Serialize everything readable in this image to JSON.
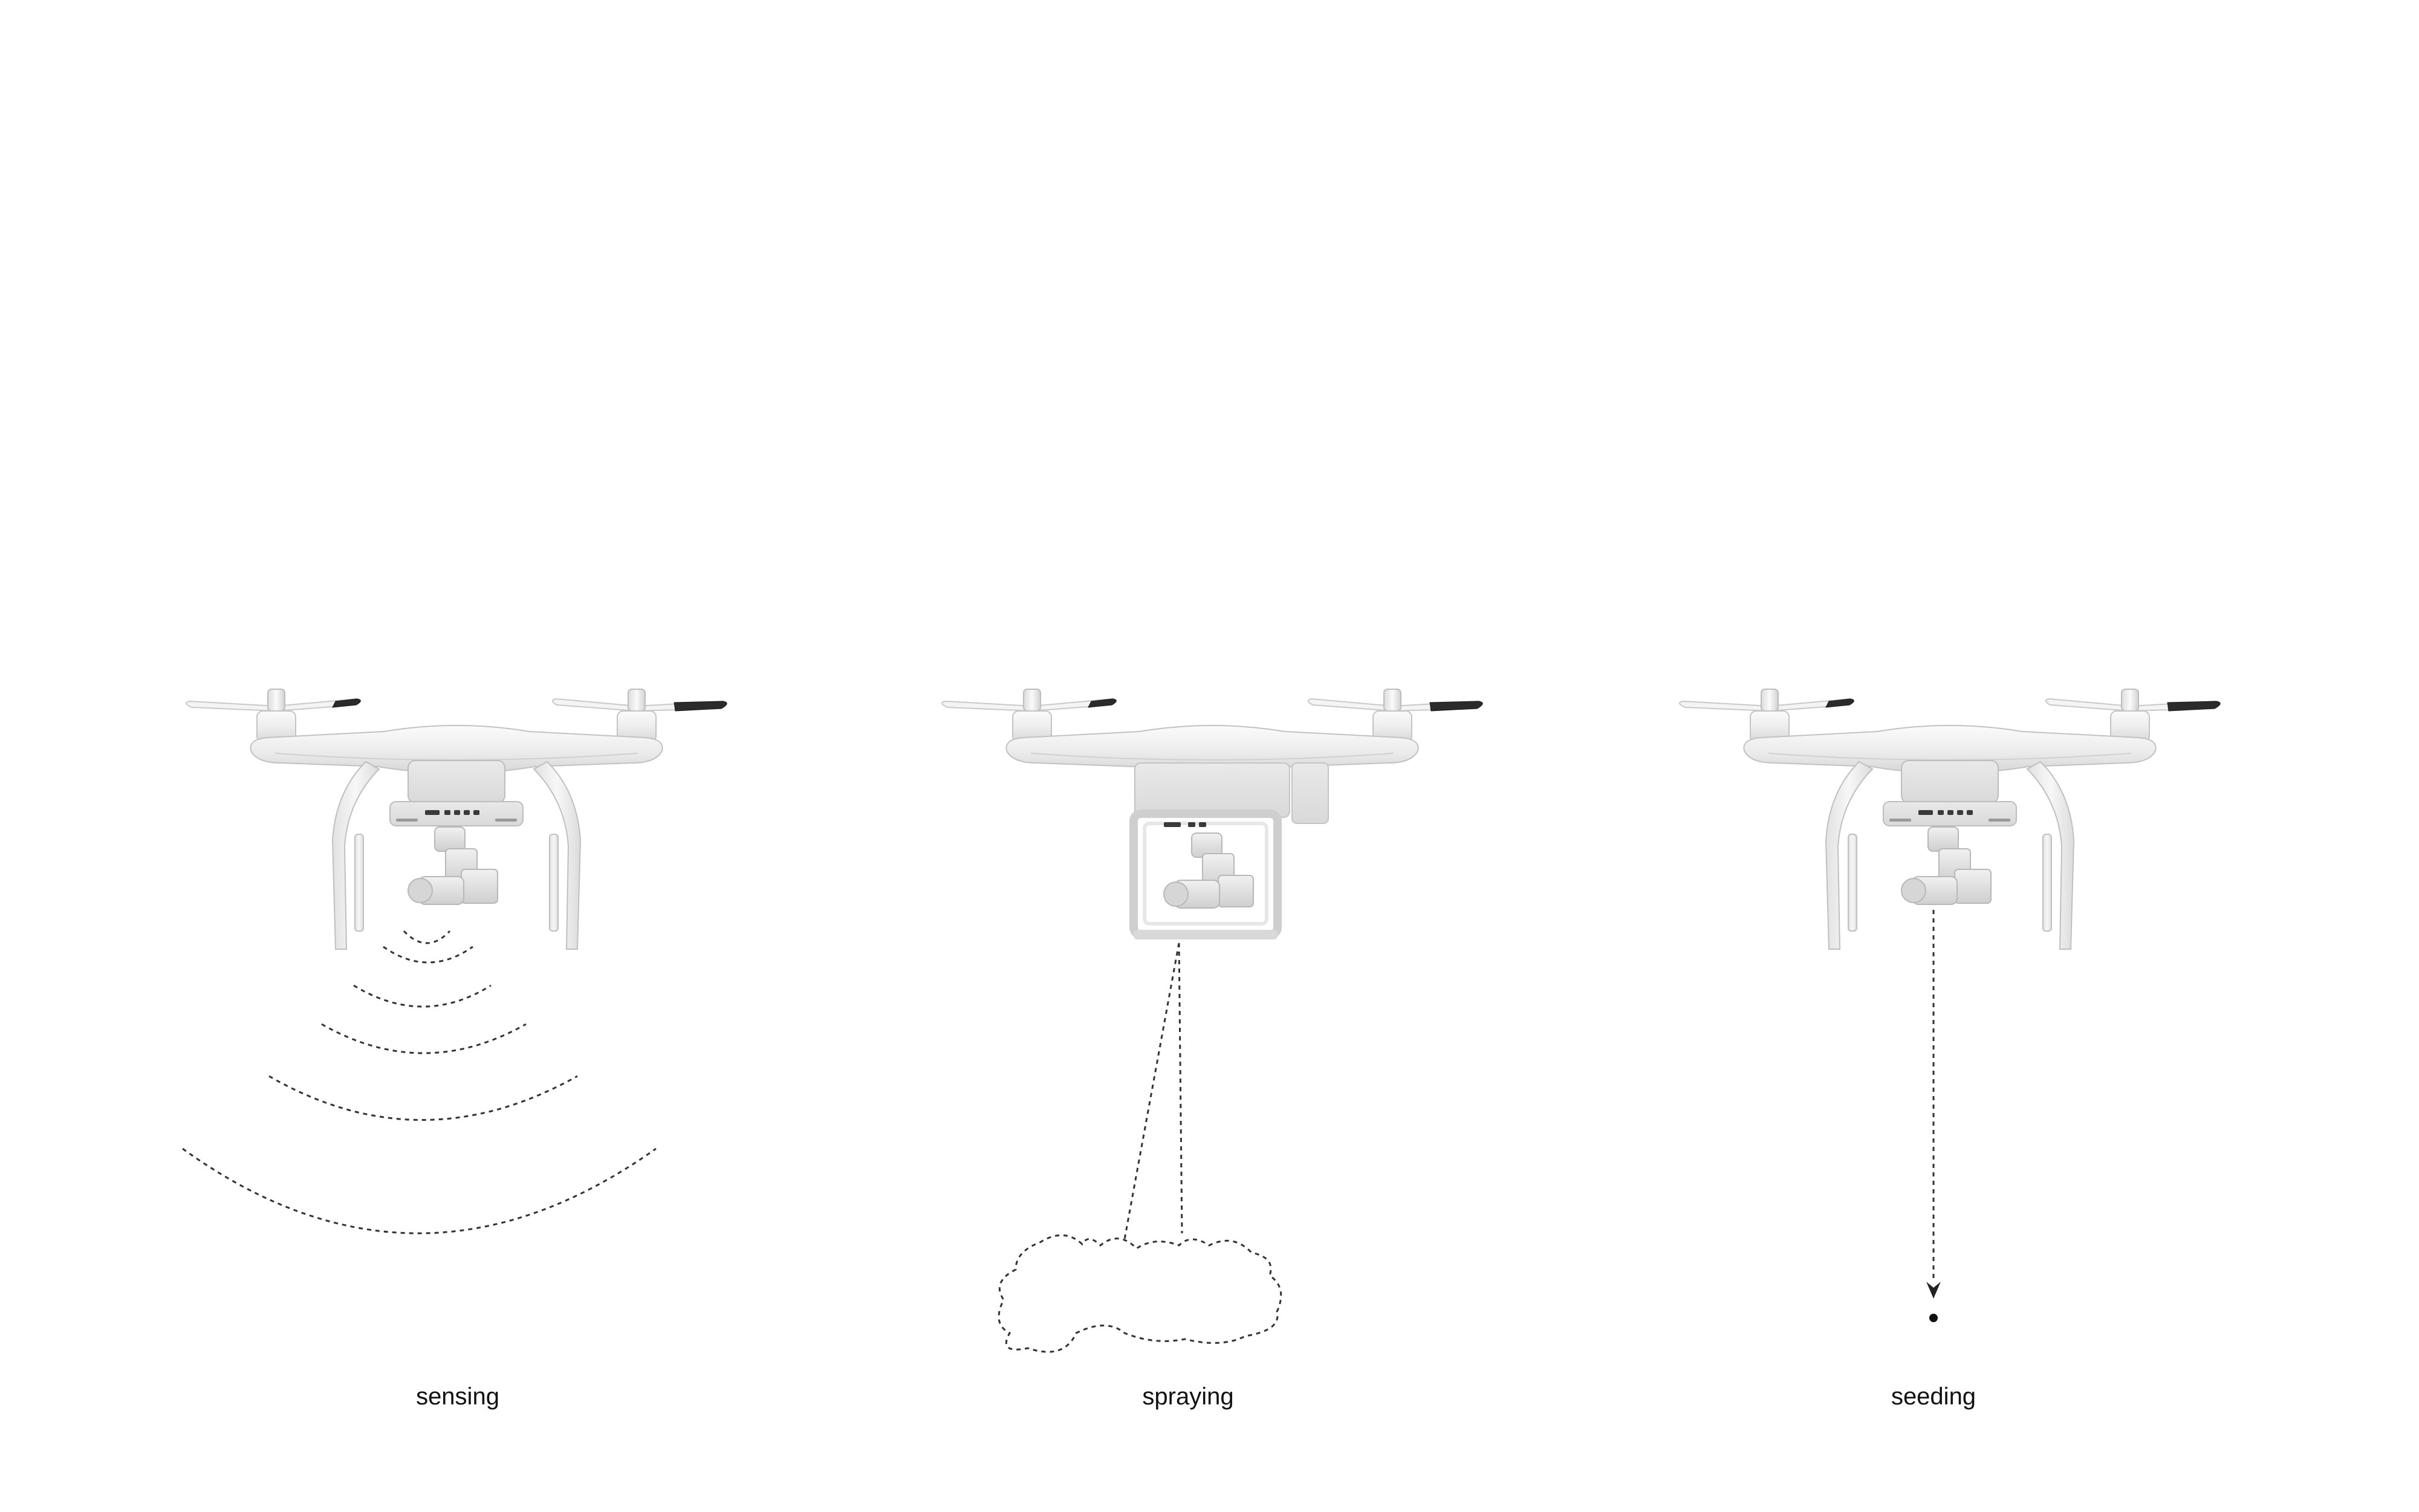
{
  "panels": [
    {
      "id": "sensing",
      "label": "sensing",
      "effect": "radiating-arcs"
    },
    {
      "id": "spraying",
      "label": "spraying",
      "effect": "spray-cloud"
    },
    {
      "id": "seeding",
      "label": "seeding",
      "effect": "dropping-seed"
    }
  ],
  "colors": {
    "background": "#ffffff",
    "drone_body": "#eeeeee",
    "propeller_tip": "#2b2b2b",
    "dashed_line": "#333333",
    "caption_text": "#111111"
  },
  "icons": {
    "drone": "quadcopter-drone-icon",
    "sensing_effect": "signal-waves-icon",
    "spraying_effect": "spray-cloud-icon",
    "seeding_effect": "falling-seed-icon"
  }
}
